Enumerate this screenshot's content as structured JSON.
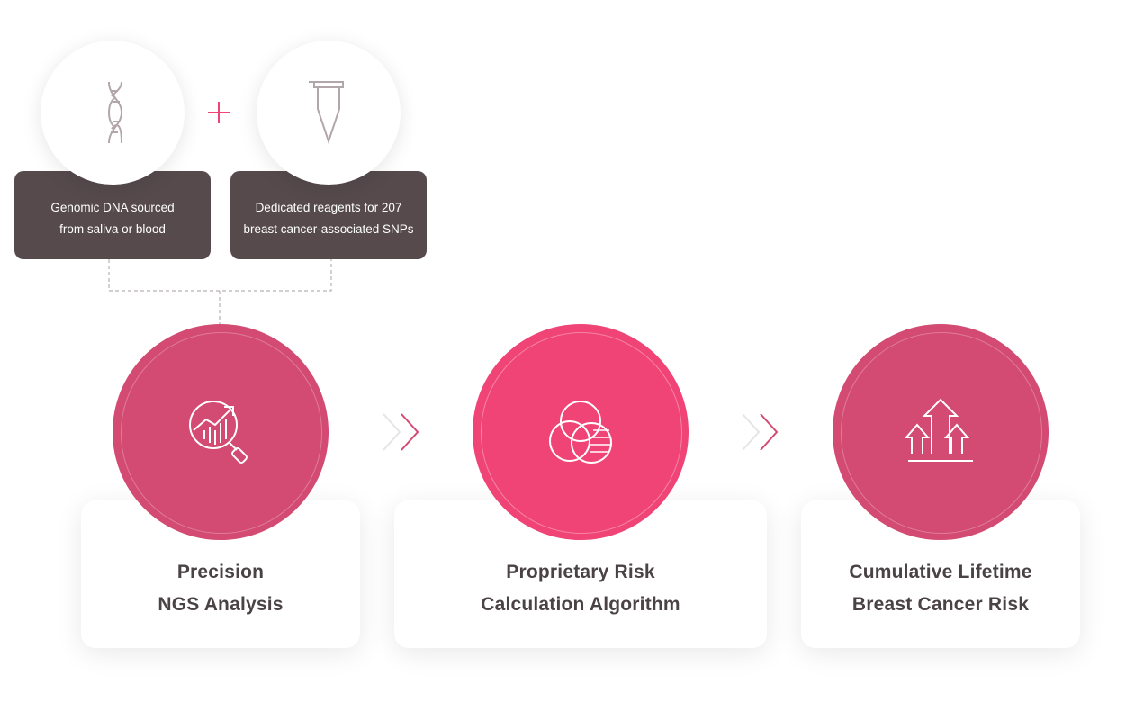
{
  "inputs": [
    {
      "icon": "dna-icon",
      "line1": "Genomic DNA sourced",
      "line2": "from saliva or blood"
    },
    {
      "icon": "test-tube-icon",
      "line1": "Dedicated reagents for 207",
      "line2": "breast cancer-associated SNPs"
    }
  ],
  "steps": [
    {
      "icon": "chart-magnifier-icon",
      "line1": "Precision",
      "line2": "NGS Analysis",
      "color": "#d34a72"
    },
    {
      "icon": "venn-diagram-icon",
      "line1": "Proprietary Risk",
      "line2": "Calculation Algorithm",
      "color": "#f04476"
    },
    {
      "icon": "rising-arrows-icon",
      "line1": "Cumulative Lifetime",
      "line2": "Breast Cancer Risk",
      "color": "#d34a72"
    }
  ],
  "colors": {
    "accent": "#f04476",
    "accent_dark": "#d34a72",
    "input_box": "#564a4d",
    "text_dark": "#4a4244",
    "icon_gray": "#b3a6aa"
  }
}
